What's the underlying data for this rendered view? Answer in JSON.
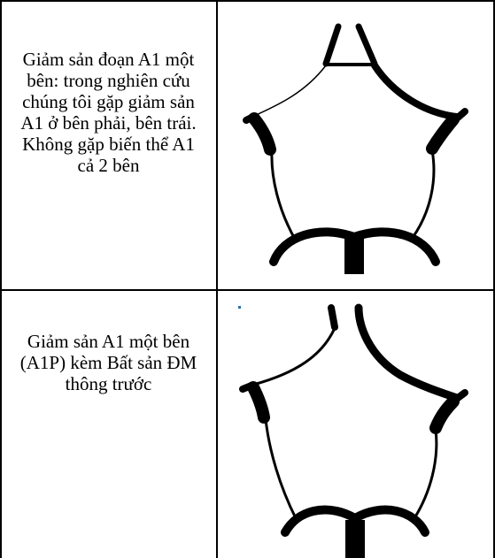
{
  "rows": [
    {
      "description": "Giảm sản đoạn A1 một bên: trong nghiên cứu chúng tôi gặp giảm sản A1 ở bên phải, bên trái. Không gặp biến thể A1 cả 2 bên",
      "diagram_icon": "circle-of-willis-a1-hypoplasia-diagram"
    },
    {
      "description": "Giảm sản A1 một bên (A1P) kèm Bất sản ĐM thông trước",
      "diagram_icon": "circle-of-willis-a1-hypoplasia-acom-aplasia-diagram"
    }
  ],
  "colors": {
    "border": "#000000",
    "background": "#ffffff",
    "marker_dot": "#2f6fa6"
  }
}
